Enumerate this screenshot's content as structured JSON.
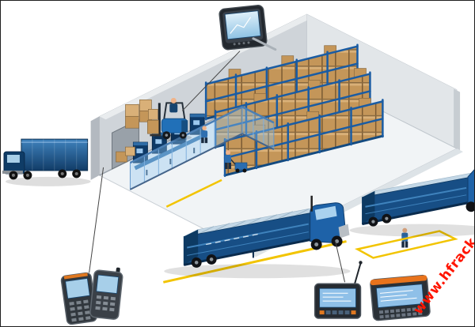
{
  "watermark": {
    "text": "www.hfrack.com",
    "color": "#ff1500"
  },
  "scene": {
    "name": "warehouse-wms-illustration",
    "colors": {
      "wall_gray": "#cfd4d9",
      "floor": "#f1f4f6",
      "rack_blue": "#1a5ca3",
      "box_tan": "#c49659",
      "truck_blue": "#174e85",
      "lane_yellow": "#f2c400",
      "device_dark": "#262b31",
      "screen_blue": "#8fc0e8",
      "accent_orange": "#e8731c"
    },
    "elements": [
      "warehouse-building",
      "pallet-racks",
      "forklift",
      "production-line",
      "glass-partition",
      "box-truck",
      "semi-truck",
      "semi-truck",
      "dock-lane-markings",
      "workers"
    ],
    "devices": [
      "rugged-tablet",
      "handheld-terminal",
      "handheld-terminal",
      "vehicle-mount-terminal",
      "vehicle-mount-terminal"
    ]
  }
}
